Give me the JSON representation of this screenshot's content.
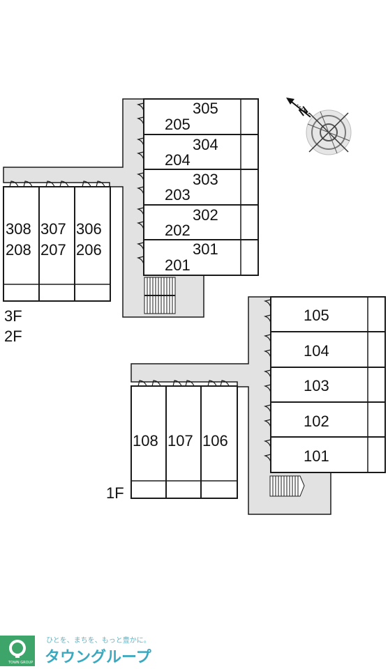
{
  "floors": {
    "f3_label": "3F",
    "f2_label": "2F",
    "f1_label": "1F"
  },
  "upper_east_units": [
    {
      "top": "305",
      "bottom": "205"
    },
    {
      "top": "304",
      "bottom": "204"
    },
    {
      "top": "303",
      "bottom": "203"
    },
    {
      "top": "302",
      "bottom": "202"
    },
    {
      "top": "301",
      "bottom": "201"
    }
  ],
  "upper_west_units": [
    {
      "top": "308",
      "bottom": "208"
    },
    {
      "top": "307",
      "bottom": "207"
    },
    {
      "top": "306",
      "bottom": "206"
    }
  ],
  "lower_east_units": [
    "105",
    "104",
    "103",
    "102",
    "101"
  ],
  "lower_west_units": [
    "108",
    "107",
    "106"
  ],
  "compass": {
    "north_label": "N"
  },
  "brand": {
    "tagline": "ひとを、まちを、もっと豊かに。",
    "name": "タウングループ",
    "mini": "TOWN GROUP"
  },
  "colors": {
    "corridor": "#e2e2e2",
    "line": "#1a1a1a",
    "brand": "#3aa9c0",
    "logo_green": "#3ea56a"
  }
}
